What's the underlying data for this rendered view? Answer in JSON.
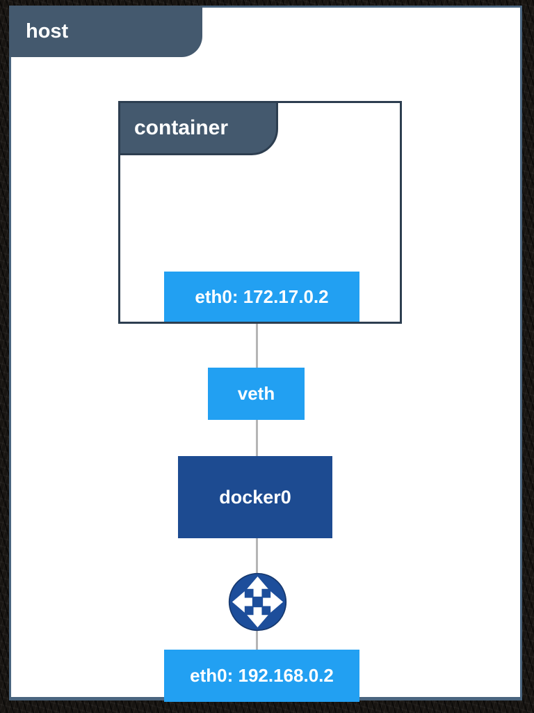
{
  "diagram": {
    "host": {
      "label": "host"
    },
    "container": {
      "label": "container"
    },
    "nodes": {
      "container_eth0": {
        "label": "eth0: 172.17.0.2"
      },
      "veth": {
        "label": "veth"
      },
      "docker0": {
        "label": "docker0"
      },
      "host_eth0": {
        "label": "eth0: 192.168.0.2"
      }
    },
    "icons": {
      "router": "router-icon (circle with four outward arrows)"
    },
    "colors": {
      "tab_slate": "#44596e",
      "bright_blue": "#22a0f2",
      "dark_blue": "#1d4b91",
      "router_blue": "#1d4e9b",
      "router_stroke": "#16386e",
      "border_navy": "#2d3e50",
      "host_border": "#4a657f",
      "connector_gray": "#b5b5b5",
      "canvas_white": "#ffffff",
      "background_charcoal": "#181512",
      "white": "#ffffff"
    }
  }
}
